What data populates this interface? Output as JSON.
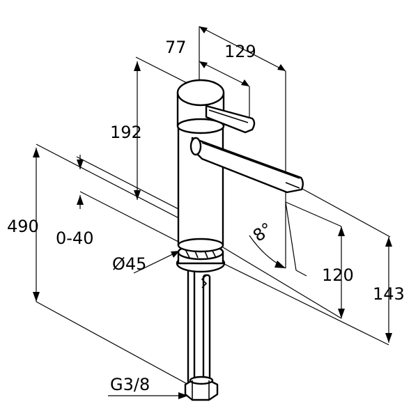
{
  "dimensions": {
    "lever_offset": "77",
    "spout_reach": "129",
    "body_height": "192",
    "total_height": "490",
    "deck_thickness": "0-40",
    "body_diameter": "Ø45",
    "spout_height": "120",
    "outlet_height": "143",
    "spout_angle": "8°",
    "connection_thread": "G3/8"
  }
}
